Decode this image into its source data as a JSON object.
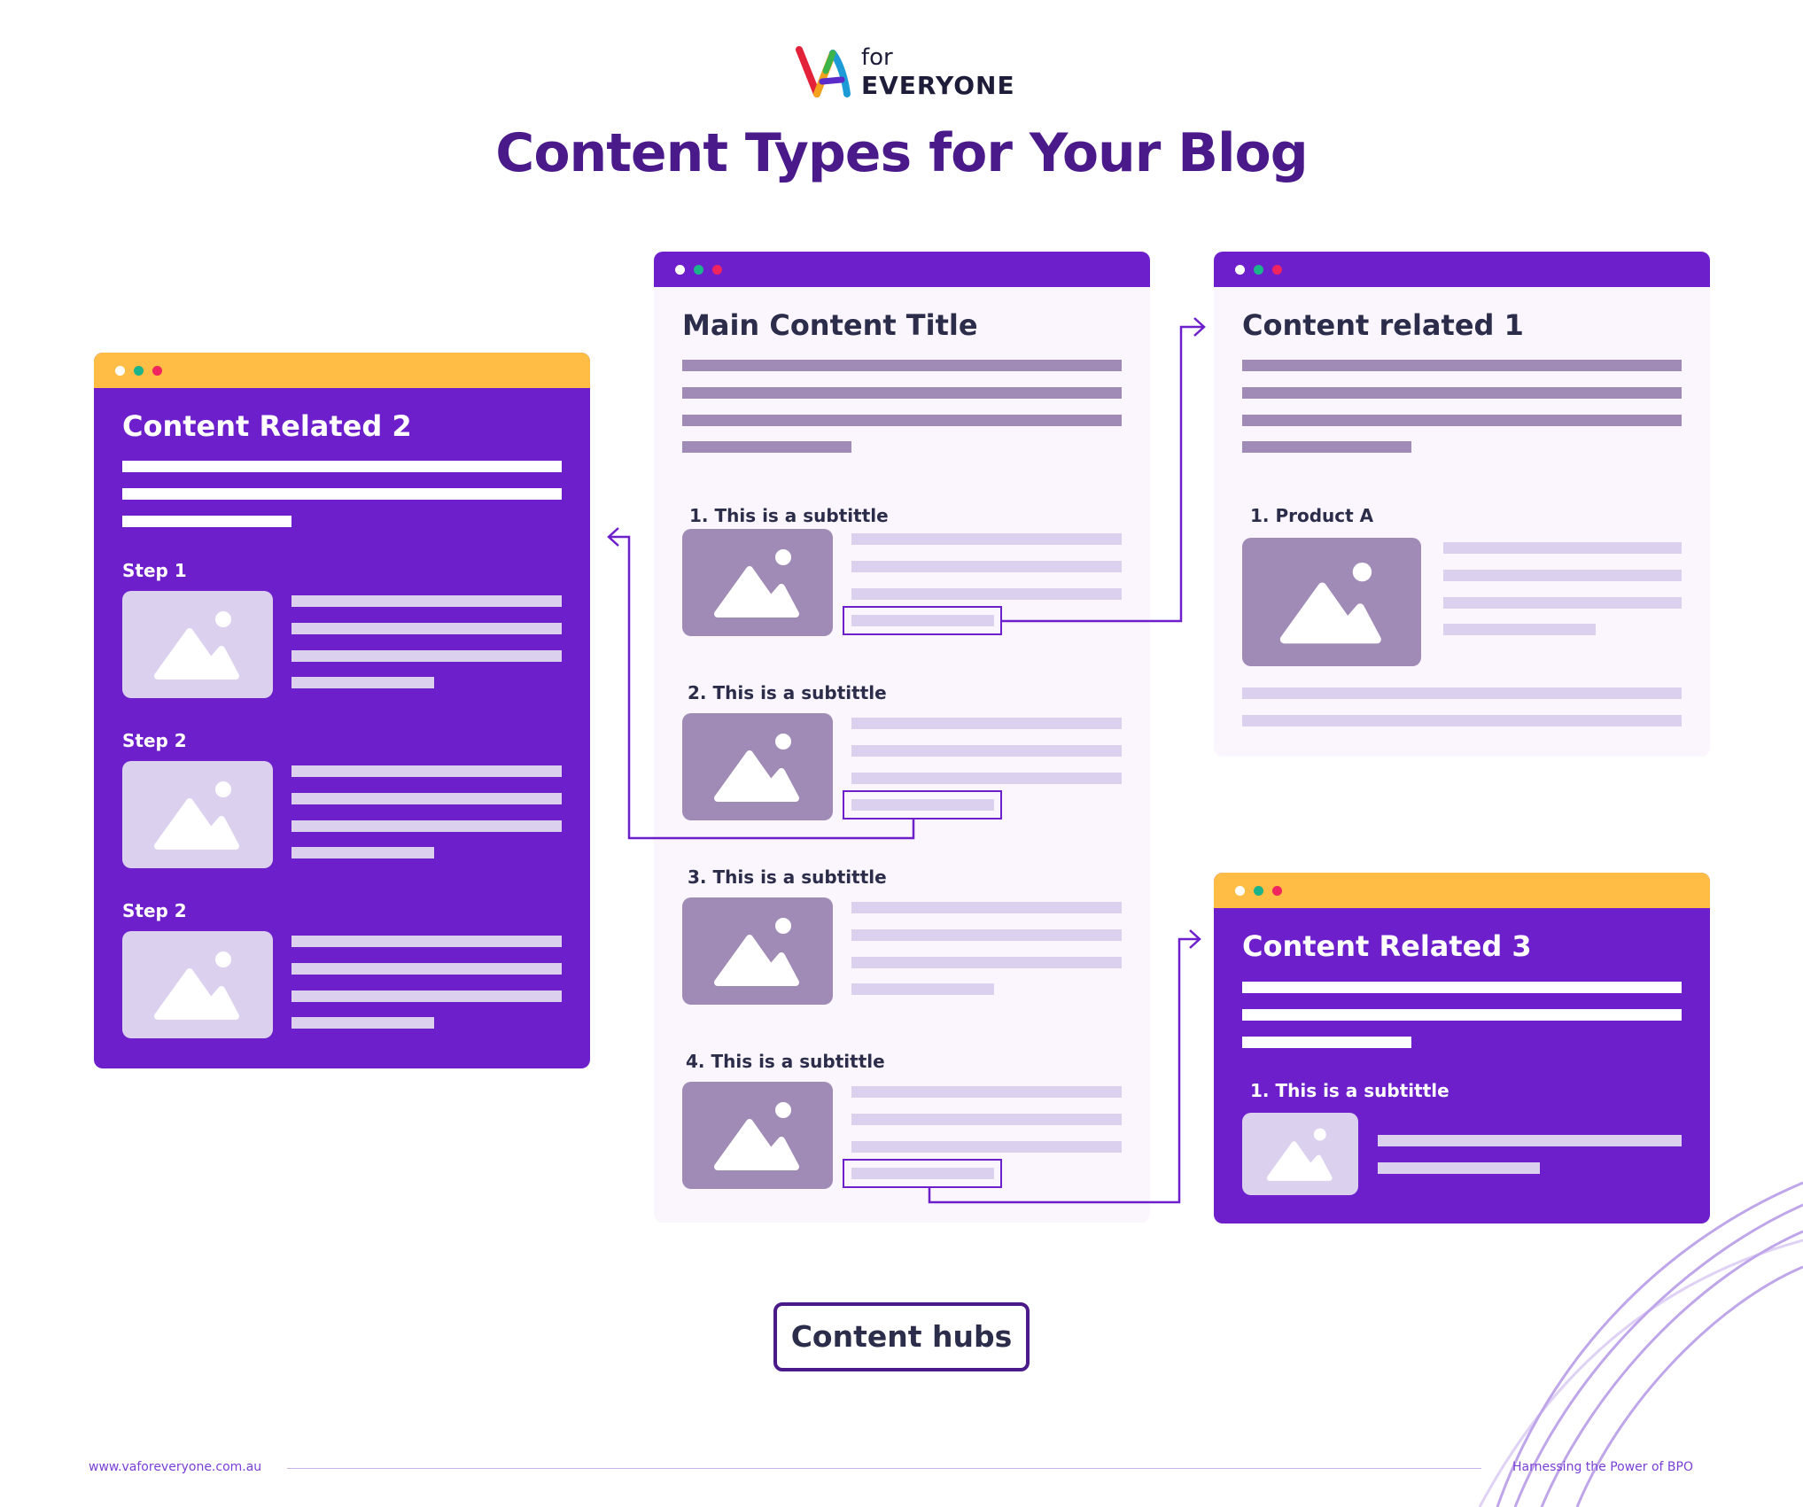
{
  "logo": {
    "top": "for",
    "bottom": "EVERYONE"
  },
  "heading": "Content Types for Your Blog",
  "main": {
    "title": "Main Content Title",
    "sections": [
      {
        "subtitle": "1. This is a subtittle"
      },
      {
        "subtitle": "2. This is a subtittle"
      },
      {
        "subtitle": "3. This is a subtittle"
      },
      {
        "subtitle": "4. This is a subtittle"
      }
    ]
  },
  "related1": {
    "title": "Content related 1",
    "subtitle": "1. Product A"
  },
  "related2": {
    "title": "Content Related 2",
    "steps": [
      "Step 1",
      "Step 2",
      "Step 2"
    ]
  },
  "related3": {
    "title": "Content Related 3",
    "subtitle": "1. This is a subtittle"
  },
  "badge": "Content hubs",
  "footer": {
    "url": "www.vaforeveryone.com.au",
    "tagline": "Harnessing the Power of BPO"
  },
  "colors": {
    "purple": "#6d1fcc",
    "yellow": "#ffbd45",
    "lavender": "#dcd0ef",
    "mauve": "#a08ab6",
    "panel": "#fbf6fd",
    "heading": "#4a1a8a",
    "dark": "#2b2d4a"
  }
}
